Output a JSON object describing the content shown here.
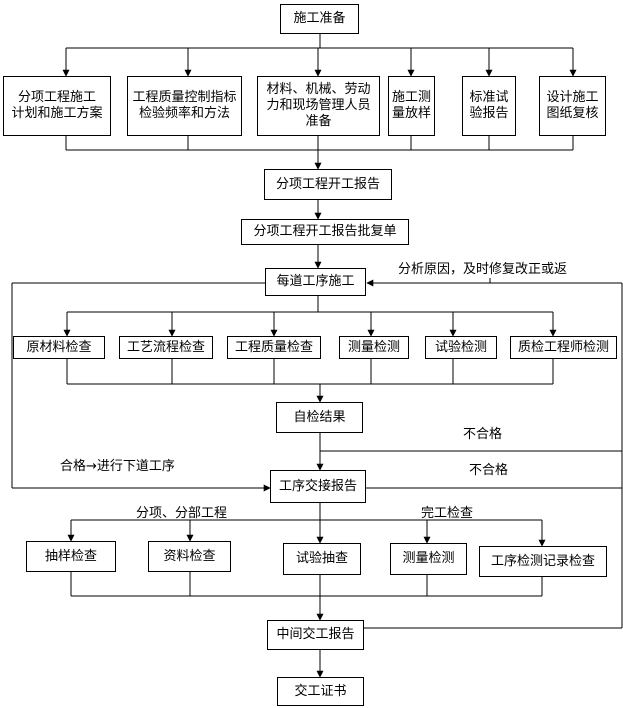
{
  "nodes": {
    "prep": "施工准备",
    "plan": "分项工程施工\n计划和施工方案",
    "qc": "工程质量控制指标\n检验频率和方法",
    "materials": "材料、机械、劳动\n力和现场管理人员\n准备",
    "survey": "施工测\n量放样",
    "stdtest": "标准试\n验报告",
    "review": "设计施工\n图纸复核",
    "start_report": "分项工程开工报告",
    "approval": "分项工程开工报告批复单",
    "process": "每道工序施工",
    "raw": "原材料检查",
    "flow_check": "工艺流程检查",
    "quality": "工程质量检查",
    "measure": "测量检测",
    "test": "试验检测",
    "inspector": "质检工程师检测",
    "self": "自检结果",
    "handover": "工序交接报告",
    "sample": "抽样检查",
    "docs": "资料检查",
    "test_sample": "试验抽查",
    "measure2": "测量检测",
    "record": "工序检测记录检查",
    "mid": "中间交工报告",
    "cert": "交工证书"
  },
  "labels": {
    "analyze": "分析原因，及时修复改正或返",
    "fail1": "不合格",
    "fail2": "不合格",
    "pass": "合格→进行下道工序",
    "subitem": "分项、分部工程",
    "complete": "完工检查"
  }
}
